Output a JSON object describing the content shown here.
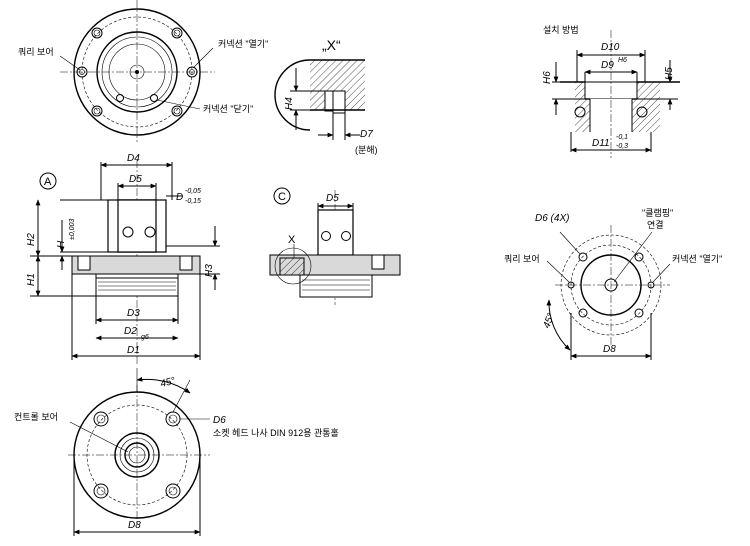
{
  "view_marks": {
    "detail_x": "„X“",
    "section_a": "A",
    "section_c": "C",
    "x_mark": "X"
  },
  "install": {
    "title": "설치 방법",
    "d10": "D10",
    "d9": "D9",
    "d9_sup": "H6",
    "h6": "H6",
    "h5": "H5",
    "d11": "D11",
    "d11_tol_upper": "-0,1",
    "d11_tol_lower": "-0,3"
  },
  "top_view": {
    "swirl_bore": "쿼리 보어",
    "conn_open": "커넥션 \"열기\"",
    "conn_close": "커넥션 \"닫기\""
  },
  "detail": {
    "h4": "H4",
    "d7": "D7",
    "note": "(분해)"
  },
  "section_a_dims": {
    "d4": "D4",
    "d5": "D5",
    "d": "D",
    "d_tol_upper": "-0,05",
    "d_tol_lower": "-0,15",
    "h": "H",
    "h_tol": "±0,003",
    "h2": "H2",
    "h3": "H3",
    "h1": "H1",
    "d3": "D3",
    "d2": "D2",
    "d2_sub": "g6",
    "d1": "D1"
  },
  "section_c_dims": {
    "d5": "D5"
  },
  "mount_view": {
    "d6_4x": "D6 (4X)",
    "clamp_line1": "\"클램핑\"",
    "clamp_line2": "연결",
    "swirl_bore": "쿼리 보어",
    "conn_open": "커넥션 \"열기\"",
    "angle": "45°",
    "d8": "D8"
  },
  "bottom_view": {
    "control_bore": "컨트롤 보어",
    "d6": "D6",
    "screw_note": "소켓 헤드 나사 DIN 912용 관통홀",
    "angle": "45°",
    "d8": "D8"
  }
}
